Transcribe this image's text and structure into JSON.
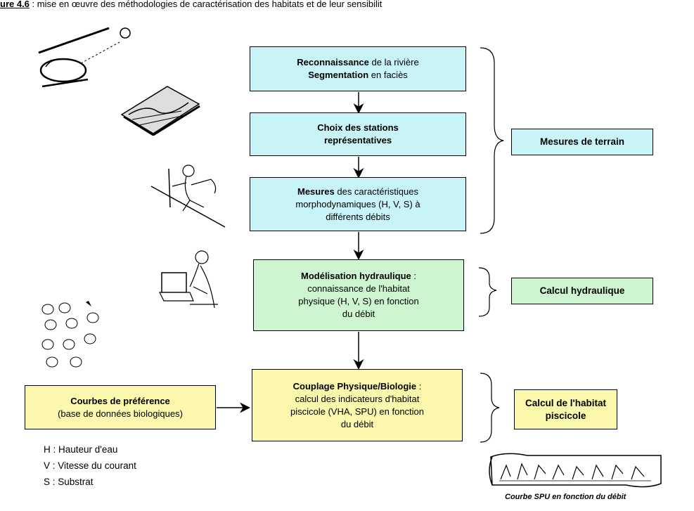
{
  "header": {
    "fig_label": "ure 4.6",
    "text": " : mise en œuvre des méthodologies de caractérisation des habitats et de leur sensibilit"
  },
  "flow": {
    "step1": {
      "bold1": "Reconnaissance",
      "rest1": " de la rivière",
      "bold2": "Segmentation",
      "rest2": " en faciès"
    },
    "step2": {
      "line1": "Choix des stations",
      "line2": "représentatives"
    },
    "step3": {
      "bold": "Mesures",
      "rest1": " des caractéristiques",
      "line2": "morphodynamiques (H, V, S) à",
      "line3": "différents débits"
    },
    "step4": {
      "bold": "Modélisation hydraulique",
      "rest1": " :",
      "line2": "connaissance de l'habitat",
      "line3": "physique (H, V, S) en fonction",
      "line4": "du débit"
    },
    "step5": {
      "bold": "Couplage Physique/Biologie",
      "rest1": " :",
      "line2": "calcul des indicateurs d'habitat",
      "line3": "piscicole (VHA, SPU) en fonction",
      "line4": "du débit"
    },
    "input": {
      "bold": "Courbes de préférence",
      "line2": "(base de données biologiques)"
    }
  },
  "side_labels": {
    "terrain": "Mesures de terrain",
    "hydraulique": "Calcul hydraulique",
    "habitat_line1": "Calcul de l'habitat",
    "habitat_line2": "piscicole"
  },
  "legend": [
    "H : Hauteur d'eau",
    "V : Vitesse du courant",
    "S : Substrat"
  ],
  "caption": "Courbe SPU en fonction du débit",
  "colors": {
    "cyan_box": "#c8f3f7",
    "green_box": "#cdf5cf",
    "yellow_box": "#fbf7ad"
  },
  "illustrations": [
    "helicopter-illustration",
    "map-illustration",
    "surveyor-illustration",
    "computer-user-illustration",
    "fish-bubbles-illustration",
    "spu-curve-scroll-illustration"
  ]
}
